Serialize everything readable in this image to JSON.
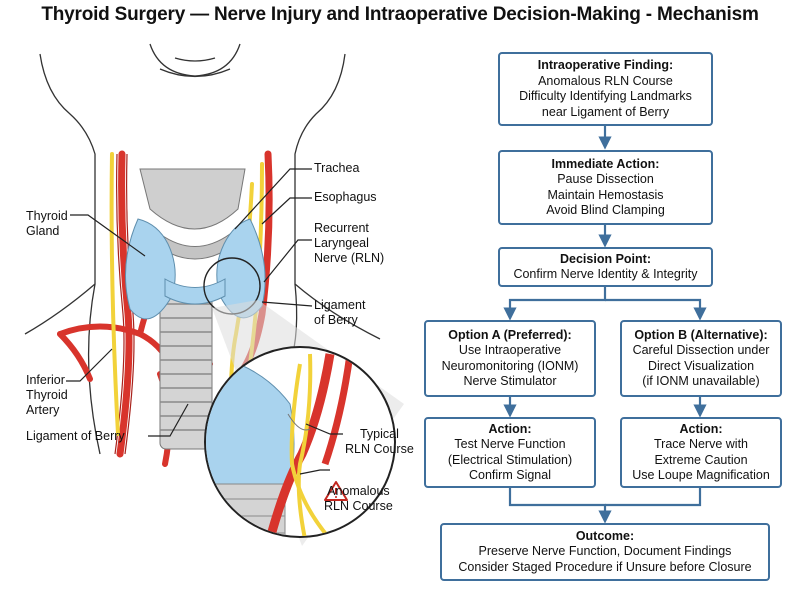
{
  "title": "Thyroid Surgery — Nerve Injury and Intraoperative Decision-Making - Mechanism",
  "anatomy": {
    "labels": {
      "trachea": "Trachea",
      "esophagus": "Esophagus",
      "thyroid_gland": "Thyroid\nGland",
      "rln": "Recurrent\nLaryngeal\nNerve (RLN)",
      "ligament_right": "Ligament\nof Berry",
      "inferior_thyroid_artery": "Inferior\nThyroid\nArtery",
      "ligament_left": "Ligament of Berry",
      "typical_rln": "Typical\nRLN Course",
      "anomalous_rln": "Anomalous\nRLN Course"
    },
    "colors": {
      "gland": "#a9d3ee",
      "artery": "#d8342c",
      "nerve": "#f2d23a",
      "trachea": "#c9c9c9"
    },
    "warning_icon": "warning-triangle-icon"
  },
  "flow": {
    "finding": {
      "heading": "Intraoperative Finding:",
      "lines": "Anomalous RLN Course\nDifficulty Identifying Landmarks\nnear Ligament of Berry"
    },
    "immediate": {
      "heading": "Immediate Action:",
      "lines": "Pause Dissection\nMaintain Hemostasis\nAvoid Blind Clamping"
    },
    "decision": {
      "heading": "Decision Point:",
      "lines": "Confirm Nerve Identity & Integrity"
    },
    "option_a": {
      "heading": "Option A (Preferred):",
      "lines": "Use Intraoperative\nNeuromonitoring (IONM)\nNerve Stimulator"
    },
    "option_b": {
      "heading": "Option B (Alternative):",
      "lines": "Careful Dissection under\nDirect Visualization\n(if IONM unavailable)"
    },
    "action_a": {
      "heading": "Action:",
      "lines": "Test Nerve Function\n(Electrical Stimulation)\nConfirm Signal"
    },
    "action_b": {
      "heading": "Action:",
      "lines": "Trace Nerve with\nExtreme Caution\nUse Loupe Magnification"
    },
    "outcome": {
      "heading": "Outcome:",
      "lines": "Preserve Nerve Function, Document Findings\nConsider Staged Procedure if Unsure before Closure"
    },
    "colors": {
      "box_border": "#3f6f9c",
      "arrow": "#3f6f9c"
    }
  }
}
